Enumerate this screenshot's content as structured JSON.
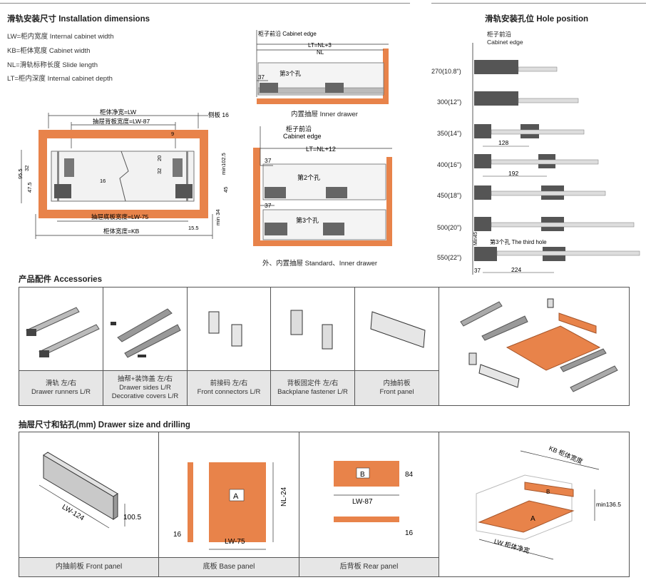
{
  "installation": {
    "title": "滑轨安装尺寸 Installation dimensions",
    "defs": [
      "LW=柜内宽度  Internal cabinet width",
      "KB=柜体宽度  Cabinet width",
      "NL=滑轨标称长度  Slide length",
      "LT=柜内深度  Internal cabinet depth"
    ],
    "front_labels": {
      "lw": "柜体净宽=LW",
      "lw87": "抽屉背板宽度=LW-87",
      "side": "侧板 16",
      "lw75": "抽屉底板宽度=LW-75",
      "kb": "柜体宽度=KB",
      "d95": "95.5",
      "d32": "32",
      "d47": "47.5",
      "d9": "9",
      "d20": "20",
      "d32b": "32",
      "d102": "min102.5",
      "d45": "45",
      "d16": "16",
      "d155": "15.5",
      "d34": "min 34"
    }
  },
  "inner_drawer": {
    "edge": "柜子前沿 Cabinet edge",
    "lt": "LT=NL+3",
    "nl": "NL",
    "d37": "37",
    "third": "第3个孔",
    "caption": "内置抽屉 Inner drawer"
  },
  "std_drawer": {
    "edge1": "柜子前沿",
    "edge2": "Cabinet edge",
    "lt": "LT=NL+12",
    "d37a": "37",
    "second": "第2个孔",
    "d37b": "37",
    "third": "第3个孔",
    "caption": "外、内置抽屉 Standard、Inner drawer"
  },
  "hole_position": {
    "title": "滑轨安装孔位 Hole position",
    "edge1": "柜子前沿",
    "edge2": "Cabinet edge",
    "rows": [
      "270(10.8\")",
      "300(12\")",
      "350(14\")",
      "400(16\")",
      "450(18\")",
      "500(20\")",
      "550(22\")"
    ],
    "d128": "128",
    "d192": "192",
    "third": "第3个孔 The third hole",
    "min45": "Min45",
    "d37": "37",
    "d224": "224"
  },
  "accessories": {
    "title": "产品配件 Accessories",
    "items": [
      {
        "l1": "滑轨  左/右",
        "l2": "Drawer runners  L/R",
        "l3": ""
      },
      {
        "l1": "抽帮+装饰盖  左/右",
        "l2": "Drawer sides  L/R",
        "l3": "Decorative covers  L/R"
      },
      {
        "l1": "前接码  左/右",
        "l2": "Front connectors  L/R",
        "l3": ""
      },
      {
        "l1": "背板固定件  左/右",
        "l2": "Backplane fastener  L/R",
        "l3": ""
      },
      {
        "l1": "内抽前板",
        "l2": "Front panel",
        "l3": ""
      }
    ]
  },
  "drawer_size": {
    "title": "抽屉尺寸和钻孔(mm)  Drawer size and drilling",
    "front": {
      "lw": "LW-124",
      "h": "100.5",
      "caption": "内抽前板    Front panel"
    },
    "base": {
      "a": "A",
      "nl": "NL-24",
      "d16": "16",
      "lw": "LW-75",
      "caption": "底板  Base panel"
    },
    "rear": {
      "b": "B",
      "d84": "84",
      "lw": "LW-87",
      "d16": "16",
      "caption": "后背板  Rear panel"
    },
    "iso": {
      "kb": "KB 柜体宽度",
      "lw": "LW 柜体净宽",
      "min": "min136.5",
      "a": "A",
      "b": "B"
    }
  },
  "colors": {
    "orange": "#e8834a",
    "steel": "#9a9a9a",
    "caption_bg": "#e6e6e6"
  }
}
